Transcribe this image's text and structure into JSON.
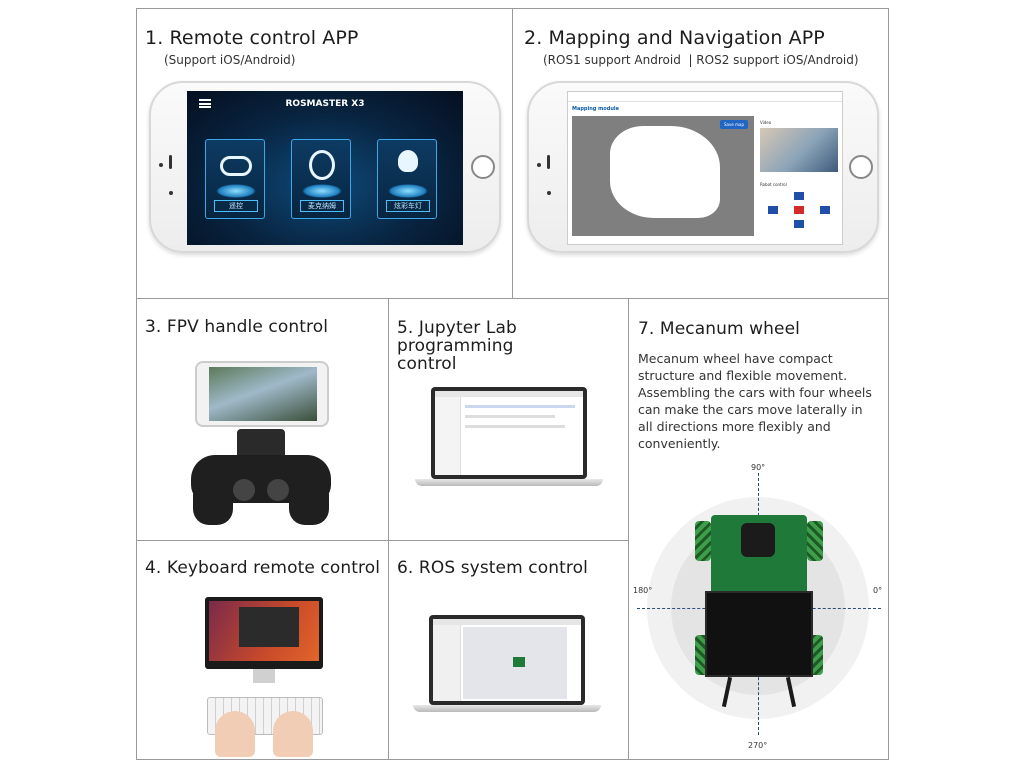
{
  "sections": {
    "s1": {
      "title": "1. Remote control APP",
      "subtitle": "(Support iOS/Android)",
      "app": {
        "title": "ROSMASTER X3",
        "cards": [
          "遥控",
          "麦克纳姆",
          "炫彩车灯"
        ]
      }
    },
    "s2": {
      "title": "2. Mapping and Navigation APP",
      "subtitle": "(ROS1 support Android  | ROS2 support iOS/Android)",
      "app": {
        "module": "Mapping module",
        "save_map": "Save map",
        "video": "Video",
        "robot_control": "Robot control"
      }
    },
    "s3": {
      "title": "3. FPV handle control"
    },
    "s4": {
      "title": "4. Keyboard remote control"
    },
    "s5": {
      "title": "5. Jupyter Lab programming control"
    },
    "s6": {
      "title": "6. ROS system control"
    },
    "s7": {
      "title": "7. Mecanum wheel",
      "description": "Mecanum wheel have compact structure and flexible movement. Assembling the cars with four wheels can make the cars move laterally in all directions more flexibly and conveniently.",
      "angles": {
        "top": "90°",
        "left": "180°",
        "right": "0°",
        "bottom": "270°"
      }
    }
  },
  "colors": {
    "border": "#9a9a9a",
    "app_dark": "#08233f",
    "accent_blue": "#3aa7e8",
    "robot_green": "#1f7a3a"
  }
}
